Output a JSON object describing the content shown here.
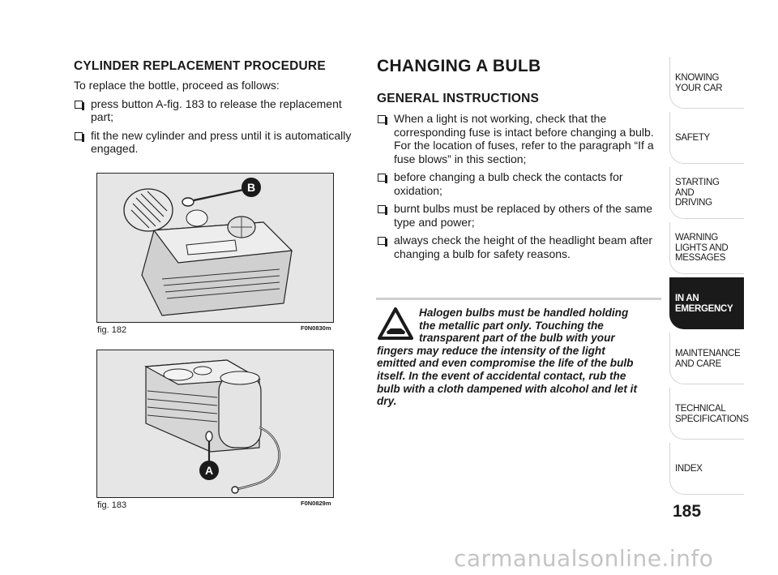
{
  "left_column": {
    "heading": "CYLINDER REPLACEMENT PROCEDURE",
    "intro": "To replace the bottle, proceed as follows:",
    "bullets": [
      "press button A-fig. 183 to release the replacement part;",
      "fit the new cylinder and press until it is automatically engaged."
    ]
  },
  "figures": [
    {
      "caption": "fig. 182",
      "code": "F0N0830m",
      "callout": "B"
    },
    {
      "caption": "fig. 183",
      "code": "F0N0829m",
      "callout": "A"
    }
  ],
  "right_column": {
    "title": "CHANGING A BULB",
    "subheading": "GENERAL INSTRUCTIONS",
    "bullets": [
      "When a light is not working, check that the corresponding fuse is intact before changing a bulb. For the location of fuses, refer to the paragraph “If a fuse blows” in this section;",
      "before changing a bulb check the contacts for oxidation;",
      "burnt bulbs must be replaced by others of the same type and power;",
      "always check the height of the headlight beam after changing a bulb for safety reasons."
    ],
    "warning": "Halogen bulbs must be handled holding the metallic part only. Touching the transparent part of the bulb with your fingers may reduce the intensity of the light emitted and even compromise the life of the bulb itself. In the event of accidental contact, rub the bulb with a cloth dampened with alcohol and let it dry."
  },
  "side_tabs": [
    {
      "lines": [
        "KNOWING",
        "YOUR CAR"
      ],
      "active": false
    },
    {
      "lines": [
        "SAFETY"
      ],
      "active": false
    },
    {
      "lines": [
        "STARTING",
        "AND",
        "DRIVING"
      ],
      "active": false
    },
    {
      "lines": [
        "WARNING",
        "LIGHTS AND",
        "MESSAGES"
      ],
      "active": false
    },
    {
      "lines": [
        "IN AN",
        "EMERGENCY"
      ],
      "active": true
    },
    {
      "lines": [
        "MAINTENANCE",
        "AND CARE"
      ],
      "active": false
    },
    {
      "lines": [
        "TECHNICAL",
        "SPECIFICATIONS"
      ],
      "active": false
    },
    {
      "lines": [
        "INDEX"
      ],
      "active": false
    }
  ],
  "page_number": "185",
  "watermark": "carmanualsonline.info",
  "colors": {
    "active_tab": "#1a1a1a",
    "figure_bg": "#e6e6e6",
    "rule": "#cfcfcf"
  }
}
